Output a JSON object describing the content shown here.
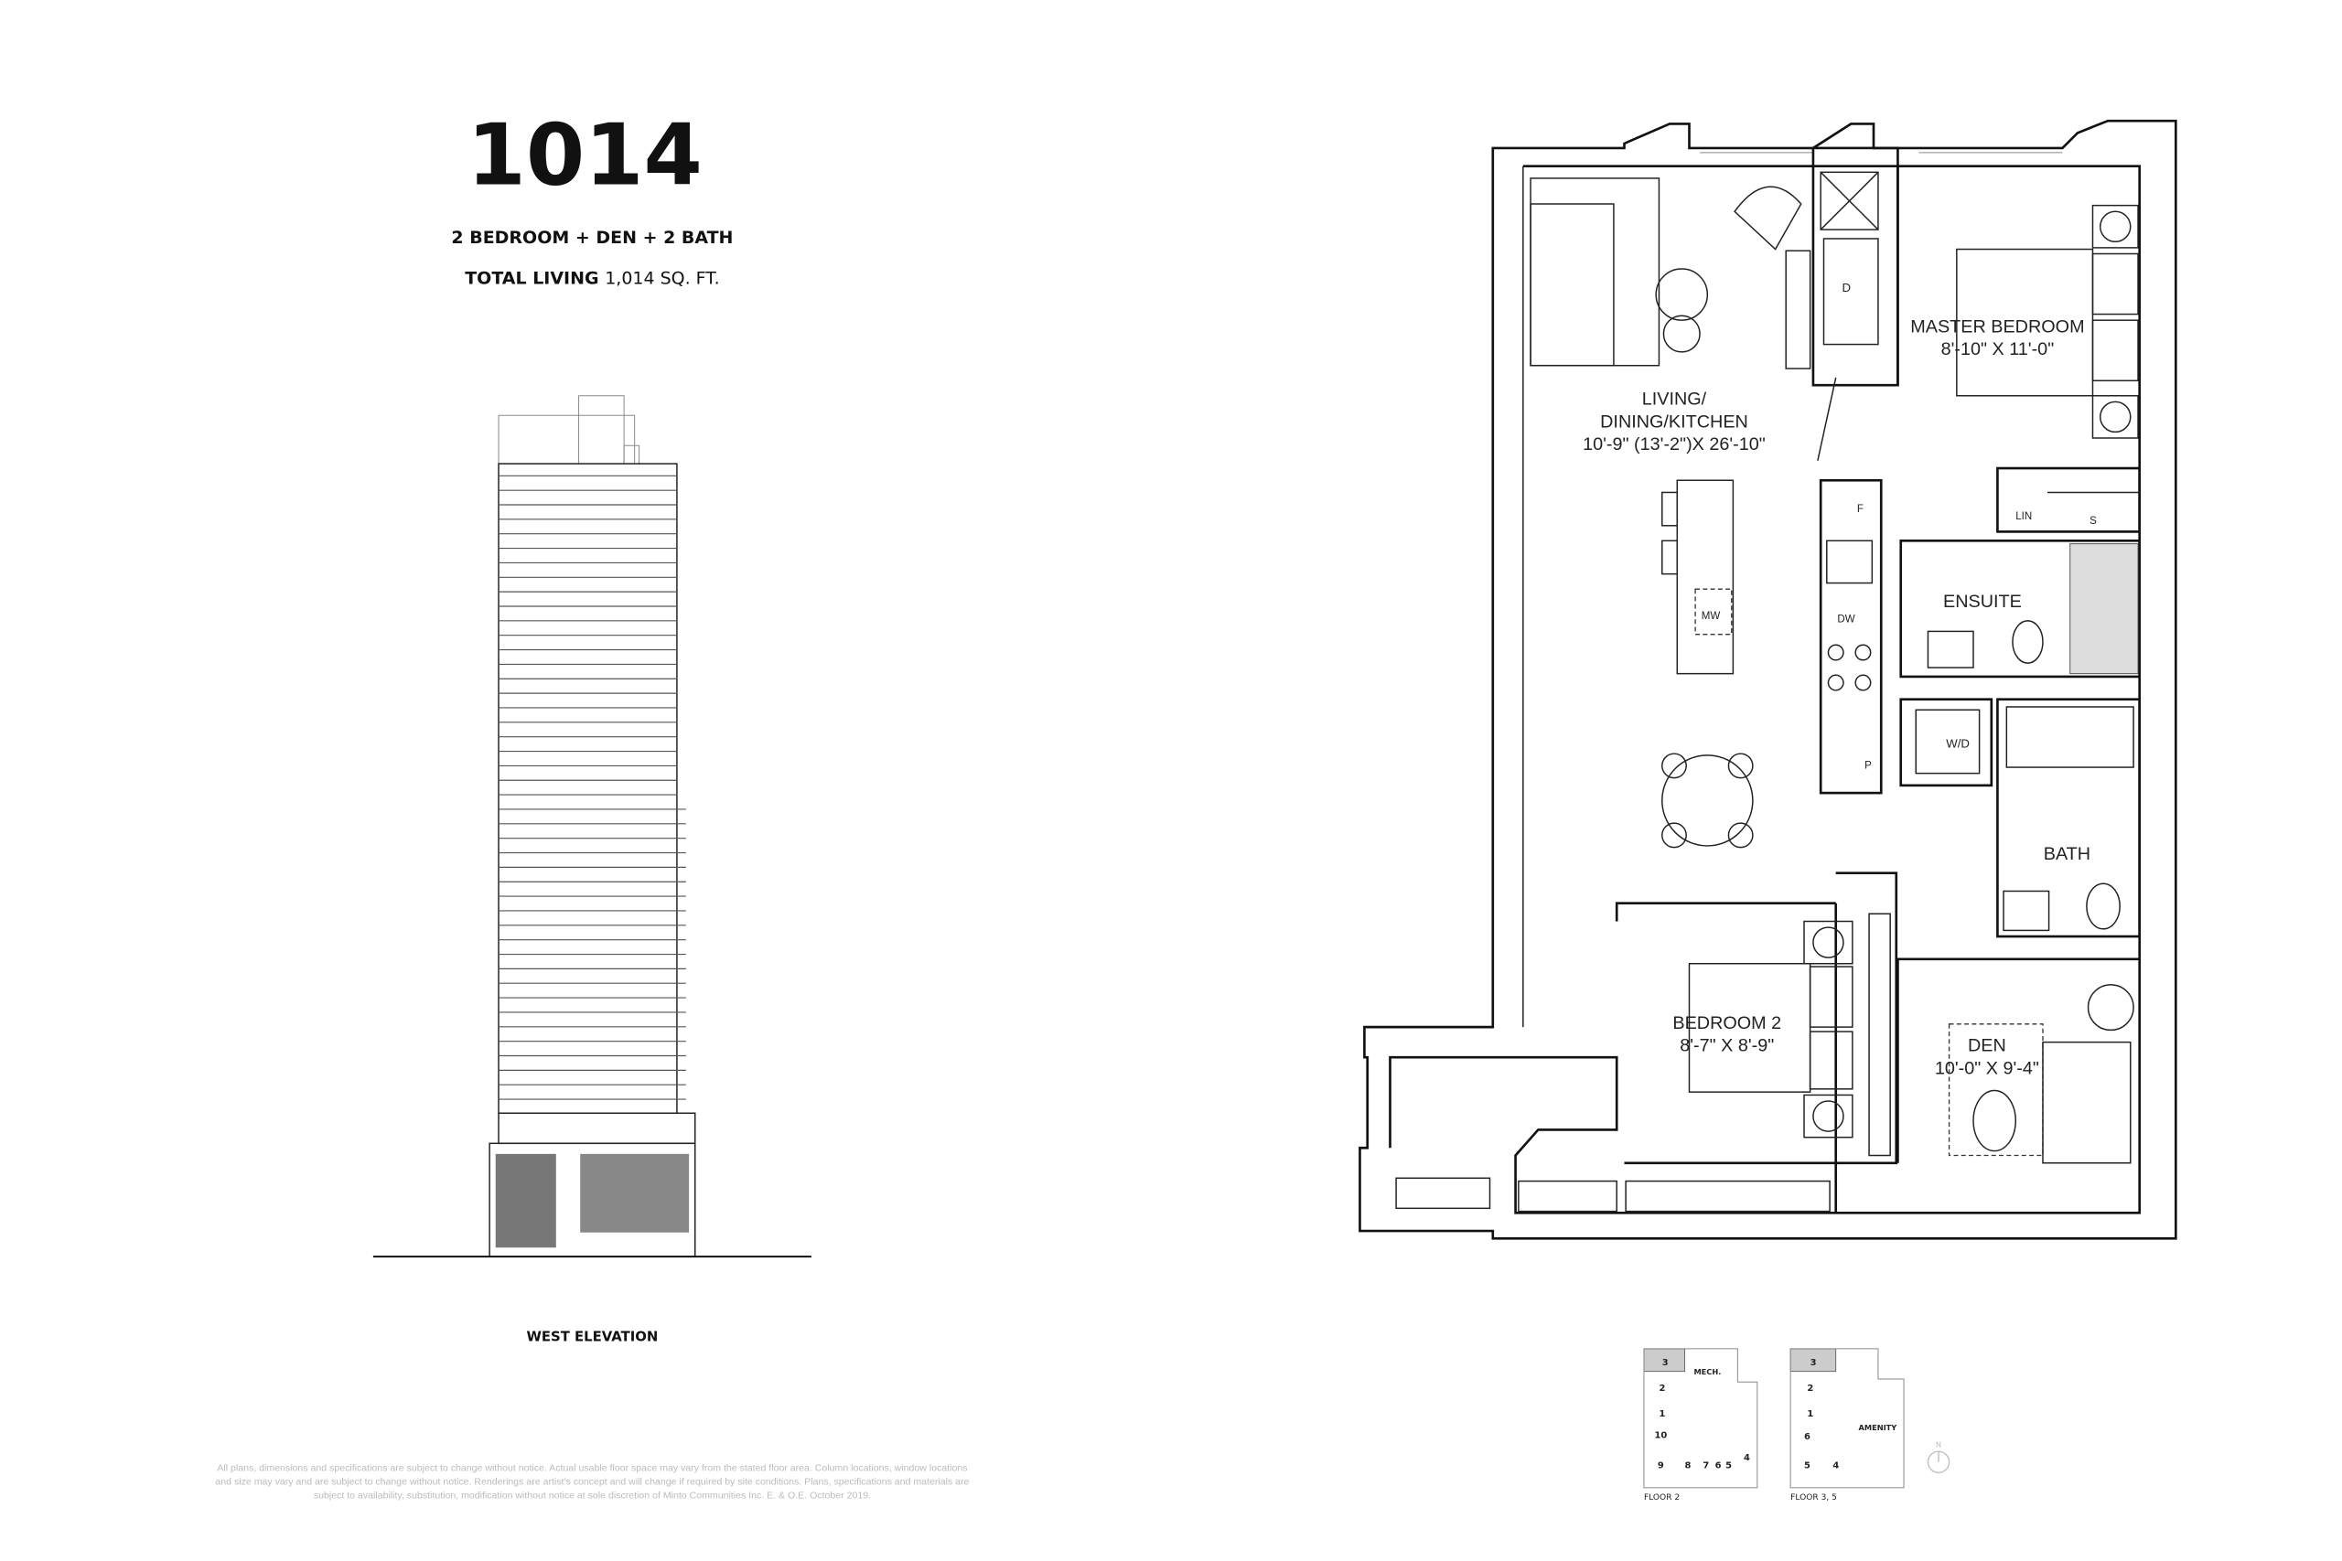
{
  "header": {
    "unit_number": "1014",
    "unit_type": "2 BEDROOM + DEN + 2 BATH",
    "total_living_label": "TOTAL LIVING",
    "total_living_value": "1,014 SQ. FT."
  },
  "elevation": {
    "label": "WEST ELEVATION"
  },
  "disclaimer": [
    "All plans, dimensions and specifications are subject to change without notice. Actual usable floor space may vary from the stated floor area. Column locations, window locations",
    "and size may vary and are subject to change without notice. Renderings are artist's concept and will change if required by site conditions. Plans, specifications and materials are",
    "subject to availability, substitution, modification without notice at sole discretion of Minto Communities Inc. E. & O.E. October 2019."
  ],
  "rooms": {
    "living": {
      "name_1": "LIVING/",
      "name_2": "DINING/KITCHEN",
      "size": "10'-9\" (13'-2\")X 26'-10\""
    },
    "master": {
      "name": "MASTER BEDROOM",
      "size": "8'-10\" X 11'-0\""
    },
    "ensuite": {
      "name": "ENSUITE"
    },
    "bath": {
      "name": "BATH"
    },
    "bedroom2": {
      "name": "BEDROOM 2",
      "size": "8'-7\" X 8'-9\""
    },
    "den": {
      "name": "DEN",
      "size": "10'-0\" X 9'-4\""
    }
  },
  "fixtures": {
    "d": "D",
    "f": "F",
    "dw": "DW",
    "mw": "MW",
    "p": "P",
    "wd": "W/D",
    "lin": "LIN",
    "s": "S"
  },
  "keyplans": {
    "floor2": {
      "label": "FLOOR 2",
      "mech": "MECH.",
      "units": [
        "3",
        "2",
        "1",
        "10",
        "9",
        "8",
        "7",
        "6",
        "5",
        "4"
      ]
    },
    "floor35": {
      "label": "FLOOR 3, 5",
      "amenity": "AMENITY",
      "units": [
        "3",
        "2",
        "1",
        "6",
        "5",
        "4"
      ]
    },
    "north": "N"
  }
}
